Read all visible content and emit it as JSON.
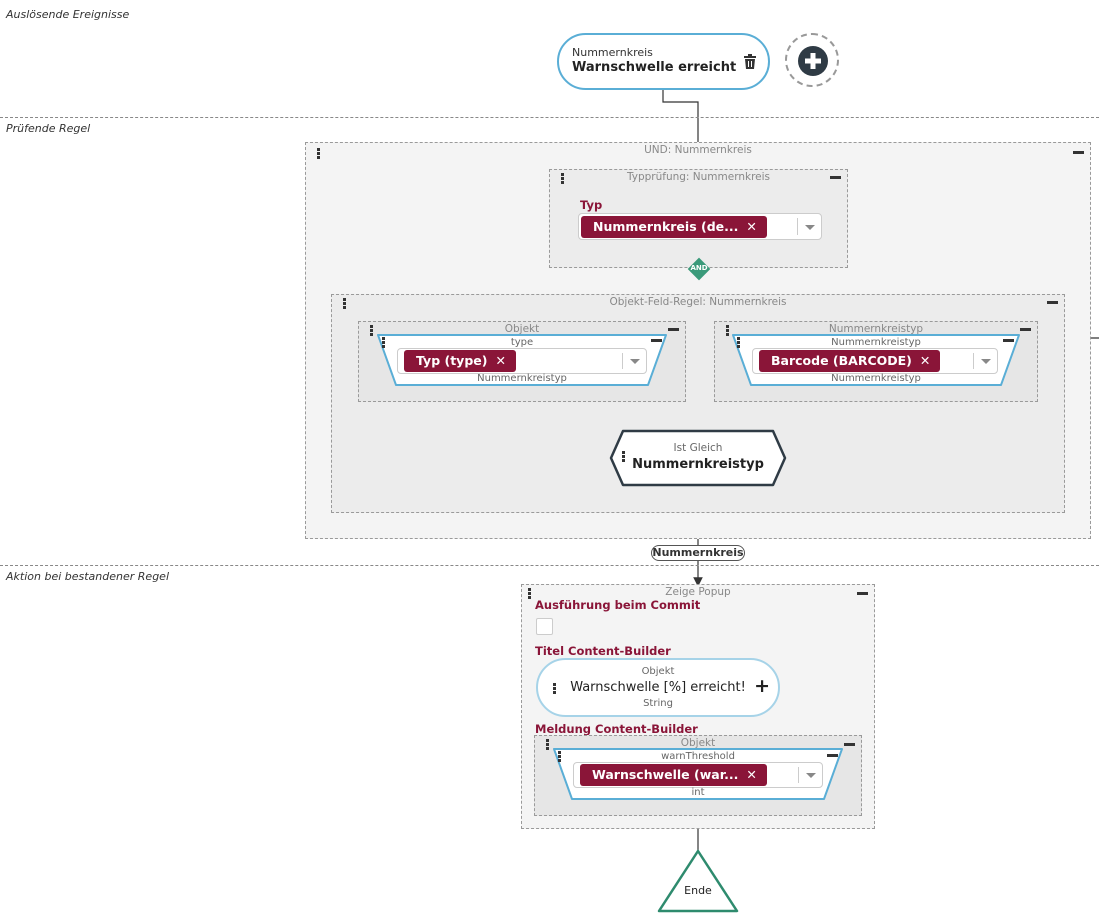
{
  "sections": {
    "trigger": "Auslösende Ereignisse",
    "rule": "Prüfende Regel",
    "action": "Aktion bei bestandener Regel"
  },
  "trigger_node": {
    "subtitle": "Nummernkreis",
    "title": "Warnschwelle erreicht",
    "icons": [
      "trash-icon",
      "add-circle-icon"
    ]
  },
  "und_box": {
    "title": "UND: Nummernkreis"
  },
  "type_check": {
    "title": "Typprüfung: Nummernkreis",
    "field_label": "Typ",
    "chip": "Nummernkreis (de...",
    "chip_close": "✕"
  },
  "and_badge": "AND",
  "object_field_rule": {
    "title": "Objekt-Feld-Regel: Nummernkreis",
    "left": {
      "title": "Objekt",
      "inner_top": "type",
      "chip": "Typ (type)",
      "chip_close": "✕",
      "inner_bottom": "Nummernkreistyp"
    },
    "right": {
      "title": "Nummernkreistyp",
      "inner_top": "Nummernkreistyp",
      "chip": "Barcode (BARCODE)",
      "chip_close": "✕",
      "inner_bottom": "Nummernkreistyp"
    }
  },
  "equals_node": {
    "subtitle": "Ist Gleich",
    "title": "Nummernkreistyp"
  },
  "connector_label": "Nummernkreis",
  "popup": {
    "title": "Zeige Popup",
    "commit_label": "Ausführung beim Commit",
    "title_builder_label": "Titel Content-Builder",
    "title_builder": {
      "top": "Objekt",
      "value": "Warnschwelle [%] erreicht!",
      "bottom": "String",
      "plus": "+"
    },
    "message_builder_label": "Meldung Content-Builder",
    "message_box": {
      "title": "Objekt",
      "inner_top": "warnThreshold",
      "chip": "Warnschwelle (war...",
      "chip_close": "✕",
      "inner_bottom": "int"
    }
  },
  "end_node": "Ende",
  "colors": {
    "accent_blue": "#5aaed6",
    "chip": "#8a1538",
    "end_green": "#2e8b6e",
    "and_green": "#3a9a7a",
    "dark": "#2f3b45"
  }
}
